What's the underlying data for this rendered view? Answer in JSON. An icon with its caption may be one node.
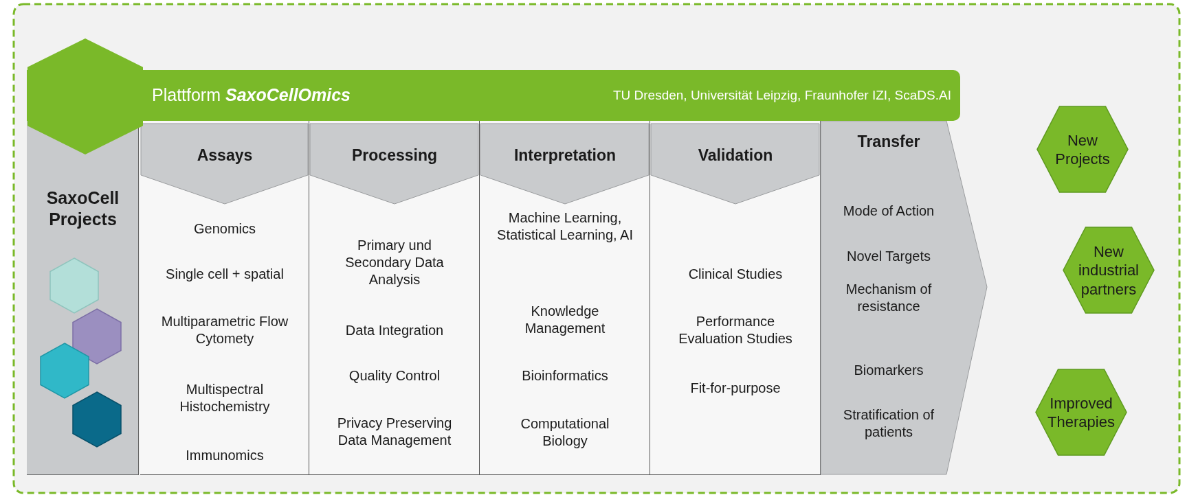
{
  "diagram": {
    "nodes": [
      {
        "text": [],
        "shape": "hexagon"
      },
      {
        "text": [
          "Plattform **SaxoCellOmics**",
          "TU Dresden, Universität Leipzig, Fraunhofer IZI, ScaDS.AI"
        ]
      },
      {
        "text": [
          "SaxoCell Projects"
        ]
      },
      {
        "text": [],
        "shape": "hexagon",
        "in": 2
      },
      {
        "text": [],
        "shape": "hexagon",
        "in": 2
      },
      {
        "text": [],
        "shape": "hexagon",
        "in": 2
      },
      {
        "text": [],
        "shape": "hexagon",
        "in": 2
      },
      {
        "text": [
          "Assays",
          "Genomics",
          "Single cell + spatial",
          "Multiparametric Flow Cytomety",
          "Multispectral Histochemistry",
          "Immunomics"
        ]
      },
      {
        "text": [
          "Processing",
          "Primary und Secondary Data Analysis",
          "Data Integration",
          "Quality Control",
          "Privacy Preserving Data Management"
        ]
      },
      {
        "text": [
          "Interpretation",
          "Machine Learning, Statistical Learning, AI",
          "Knowledge Management",
          "Bioinformatics",
          "Computational Biology"
        ]
      },
      {
        "text": [
          "Validation",
          "Clinical Studies",
          "Performance Evaluation Studies",
          "Fit-for-purpose"
        ]
      },
      {
        "text": [
          "Transfer",
          "Mode of Action",
          "Novel Targets",
          "Mechanism of resistance",
          "Biomarkers",
          "Stratification of patients"
        ]
      },
      {
        "text": [
          "New Projects"
        ]
      },
      {
        "text": [
          "New industrial partners"
        ]
      },
      {
        "text": [
          "Improved Therapies"
        ]
      }
    ],
    "edges": []
  }
}
